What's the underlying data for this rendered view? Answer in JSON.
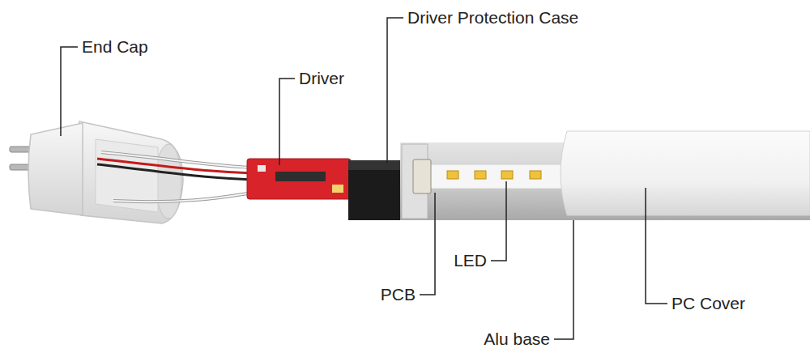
{
  "diagram": {
    "labels": [
      "End Cap",
      "Driver",
      "Driver Protection Case",
      "LED",
      "PCB",
      "PC Cover",
      "Alu base"
    ]
  }
}
